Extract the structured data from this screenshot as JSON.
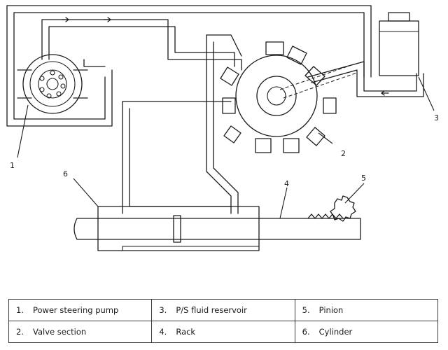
{
  "callouts": [
    "1",
    "2",
    "3",
    "4",
    "5",
    "6"
  ],
  "legend": {
    "rows": [
      [
        {
          "num": "1.",
          "label": "Power steering pump"
        },
        {
          "num": "3.",
          "label": "P/S fluid reservoir"
        },
        {
          "num": "5.",
          "label": "Pinion"
        }
      ],
      [
        {
          "num": "2.",
          "label": "Valve section"
        },
        {
          "num": "4.",
          "label": "Rack"
        },
        {
          "num": "6.",
          "label": "Cylinder"
        }
      ]
    ]
  }
}
